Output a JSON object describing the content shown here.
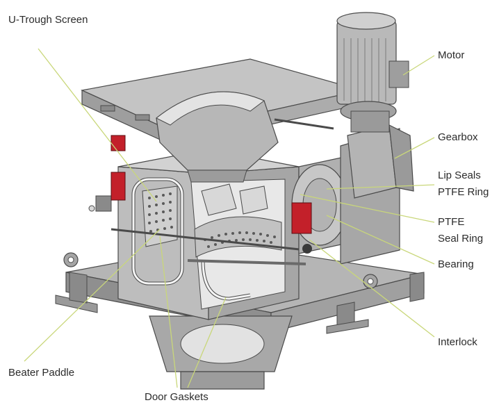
{
  "colors": {
    "leader": "#c9d77a",
    "body_light": "#c9c9c9",
    "body_mid": "#a9a9a9",
    "body_dark": "#7d7d7d",
    "outline": "#4a4a4a",
    "accent_red": "#c3202a",
    "gasket": "#f4f4f4"
  },
  "labels": {
    "u_trough_screen": "U-Trough Screen",
    "motor": "Motor",
    "gearbox": "Gearbox",
    "lip_seals_line1": "Lip Seals",
    "lip_seals_line2": "PTFE Ring",
    "ptfe_line1": "PTFE",
    "ptfe_line2": "Seal Ring",
    "bearing": "Bearing",
    "interlock": "Interlock",
    "beater_paddle": "Beater Paddle",
    "door_gaskets": "Door Gaskets"
  }
}
